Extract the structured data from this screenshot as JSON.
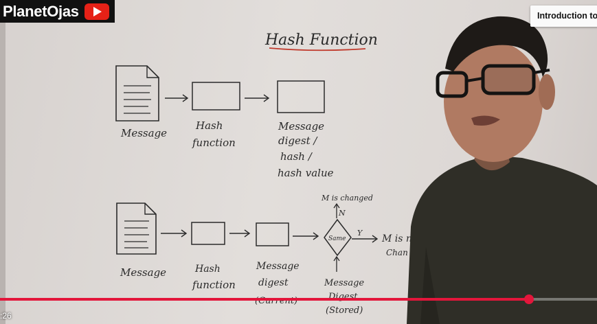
{
  "channel": {
    "name": "PlanetOjas",
    "icon": "youtube-play-icon"
  },
  "video": {
    "title": "Introduction to C"
  },
  "player": {
    "progress": 0.886,
    "time_display": ":26",
    "accent": "#e3163b"
  },
  "whiteboard": {
    "title": "Hash Function",
    "diagram1": {
      "message_label": "Message",
      "hash_label_1": "Hash",
      "hash_label_2": "function",
      "digest_lines": [
        "Message",
        "digest /",
        "hash /",
        "hash value"
      ]
    },
    "diagram2": {
      "message_label": "Message",
      "hash_label_1": "Hash",
      "hash_label_2": "function",
      "digest_lines": [
        "Message",
        "digest",
        "(Current)"
      ],
      "decision_label": "Same",
      "no_label": "N",
      "yes_label": "Y",
      "changed_label": "M is changed",
      "not_changed_lines": [
        "M is n",
        "Chan"
      ],
      "stored_lines": [
        "Message",
        "Digest",
        "(Stored)"
      ]
    }
  }
}
